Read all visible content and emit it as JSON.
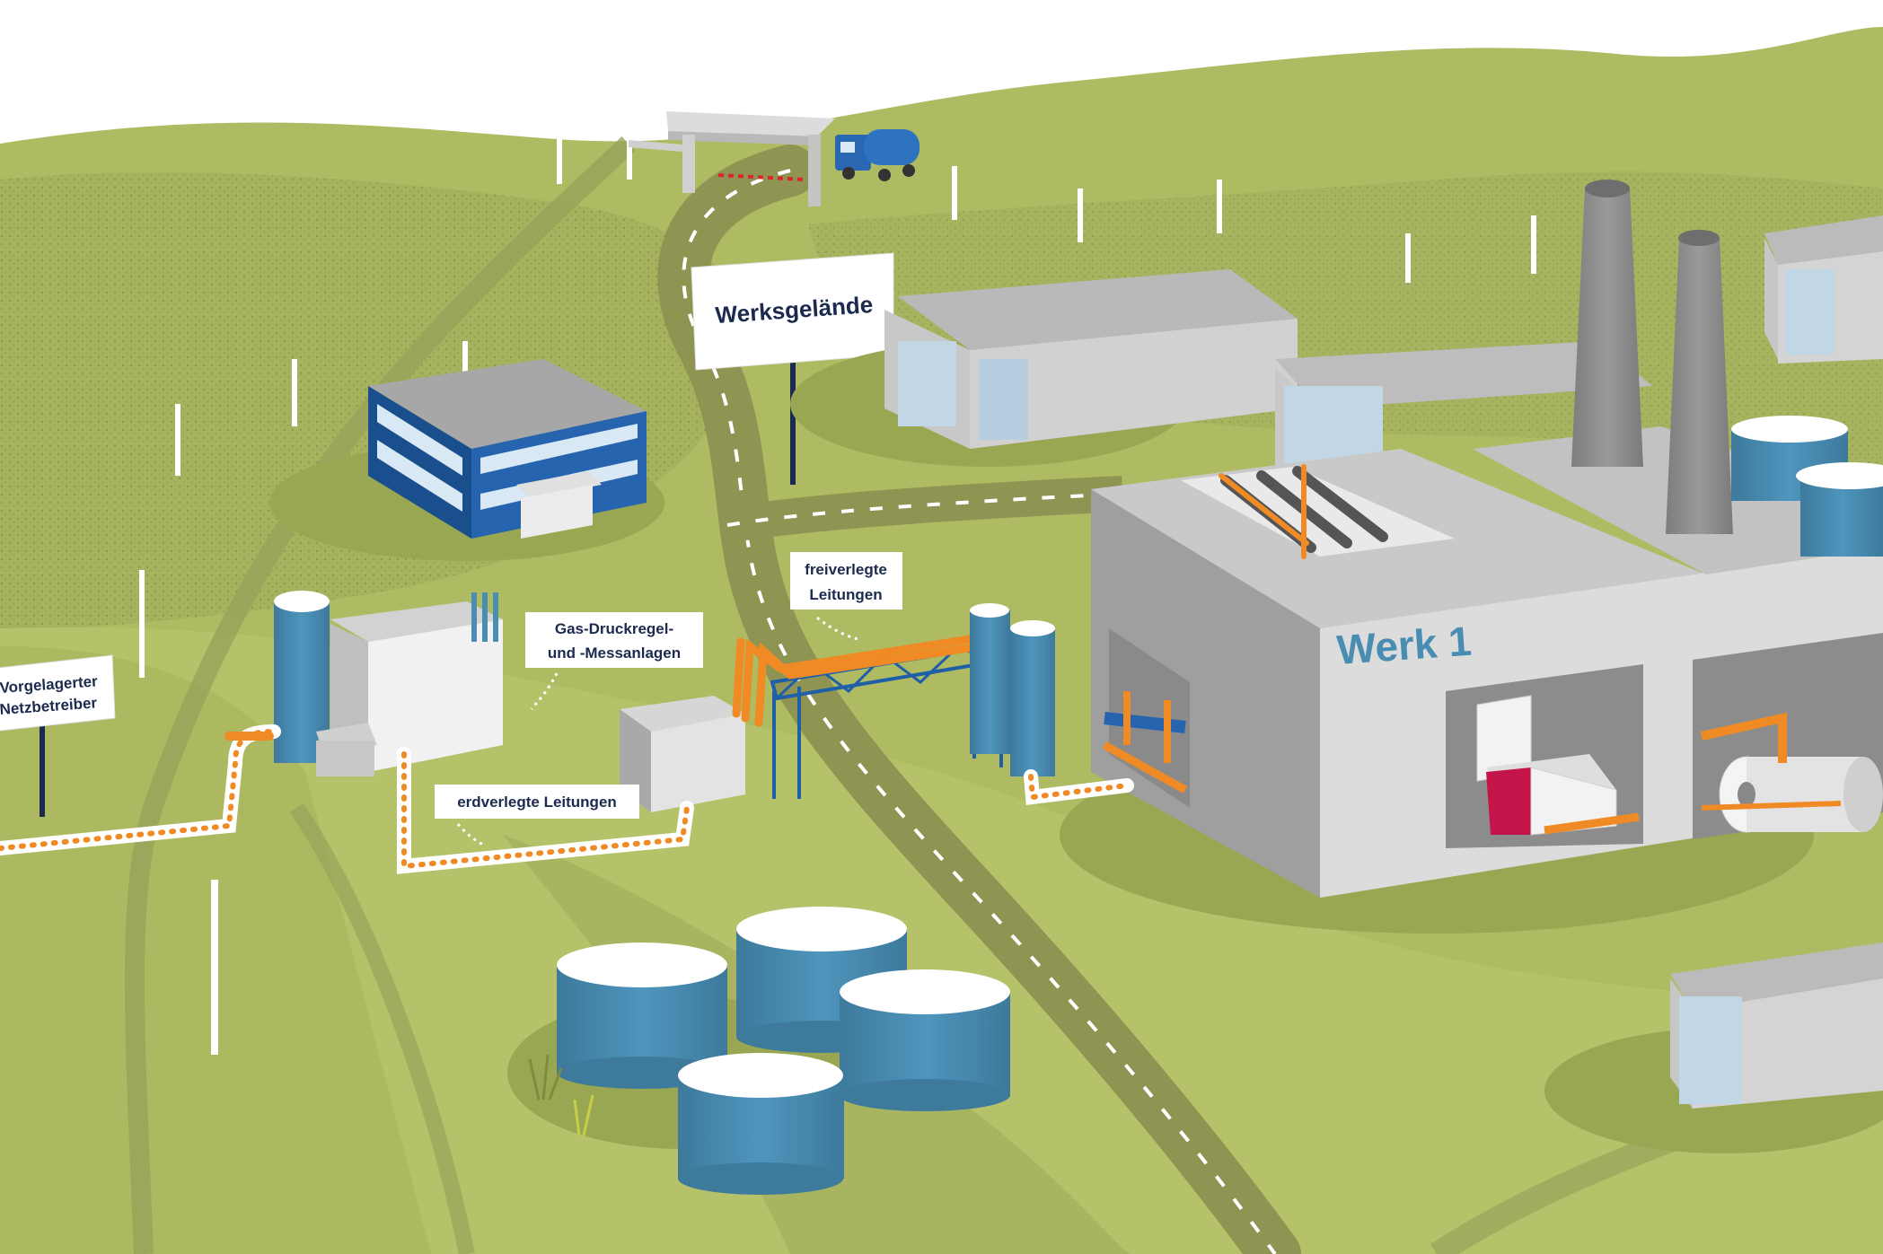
{
  "labels": {
    "werksgelaende": "Werksgelände",
    "werk1": "Werk 1",
    "freiverlegte_line1": "freiverlegte",
    "freiverlegte_line2": "Leitungen",
    "gas_line1": "Gas-Druckregel-",
    "gas_line2": "und -Messanlagen",
    "erdverlegte": "erdverlegte Leitungen",
    "vorgelagerter_line1": "Vorgelagerter",
    "vorgelagerter_line2": "Netzbetreiber"
  },
  "colors": {
    "grass_light": "#b9c46a",
    "grass_mid": "#a3b15a",
    "grass_dark": "#8f9c4f",
    "road": "#8f9453",
    "pipe": "#f08a24",
    "tank_blue": "#4a8db3",
    "office_blue": "#1f5fa8",
    "building_grey": "#b3b3b3",
    "label_text": "#1b2a4e",
    "highlight_red": "#c4154a"
  }
}
